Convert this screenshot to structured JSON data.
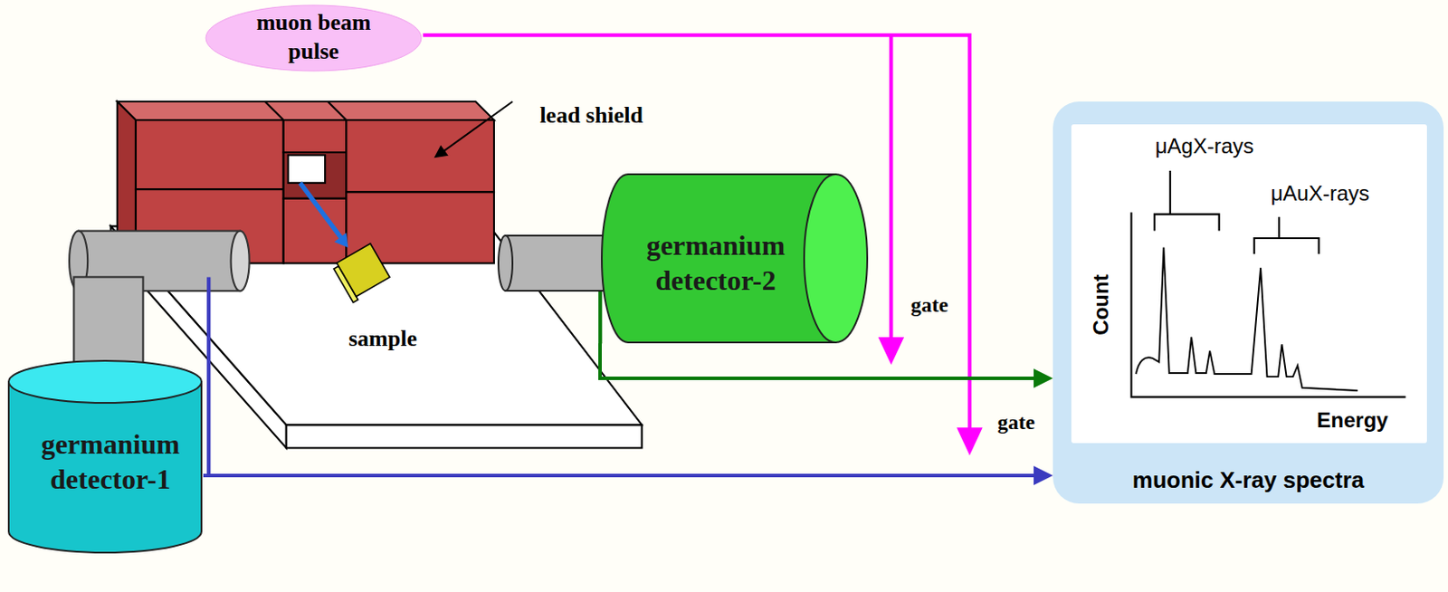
{
  "diagram": {
    "nodes": [
      {
        "text": [
          "muon beam pulse"
        ]
      },
      {
        "text": [
          "germanium detector-2"
        ]
      },
      {
        "text": [
          "germanium detector-1"
        ]
      },
      {
        "text": [
          "muonic X-ray spectra"
        ]
      }
    ],
    "edges": [
      {
        "from": 1,
        "to": 3,
        "arrow": "to"
      },
      {
        "from": 2,
        "to": 3,
        "arrow": "to"
      }
    ],
    "labels": [
      "lead shield",
      "sample",
      "gate",
      "gate",
      "μAgX-rays",
      "μAuX-rays",
      "Count",
      "Energy"
    ]
  }
}
